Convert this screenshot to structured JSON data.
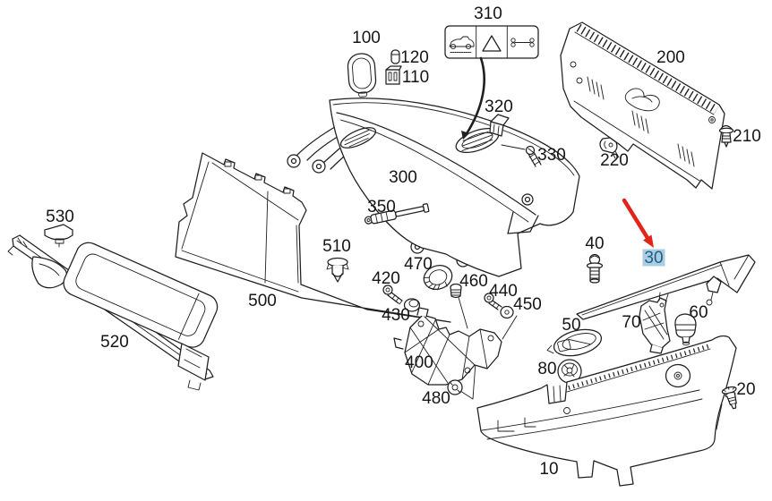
{
  "diagram": {
    "labels": {
      "p10": {
        "text": "10"
      },
      "p20": {
        "text": "20"
      },
      "p30": {
        "text": "30"
      },
      "p40": {
        "text": "40"
      },
      "p50": {
        "text": "50"
      },
      "p60": {
        "text": "60"
      },
      "p70": {
        "text": "70"
      },
      "p80": {
        "text": "80"
      },
      "p100": {
        "text": "100"
      },
      "p110": {
        "text": "110"
      },
      "p120": {
        "text": "120"
      },
      "p200": {
        "text": "200"
      },
      "p210": {
        "text": "210"
      },
      "p220": {
        "text": "220"
      },
      "p300": {
        "text": "300"
      },
      "p310": {
        "text": "310"
      },
      "p320": {
        "text": "320"
      },
      "p330": {
        "text": "330"
      },
      "p350": {
        "text": "350"
      },
      "p400": {
        "text": "400"
      },
      "p420": {
        "text": "420"
      },
      "p430": {
        "text": "430"
      },
      "p440": {
        "text": "440"
      },
      "p450": {
        "text": "450"
      },
      "p460": {
        "text": "460"
      },
      "p470": {
        "text": "470"
      },
      "p480": {
        "text": "480"
      },
      "p500": {
        "text": "500"
      },
      "p510": {
        "text": "510"
      },
      "p520": {
        "text": "520"
      },
      "p530": {
        "text": "530"
      }
    },
    "legend_box": {
      "icons": [
        "convertible-car-icon",
        "warning-triangle-icon",
        "tow-bar-icon"
      ]
    },
    "highlight": {
      "part": "30",
      "bg": "#a9cde2",
      "text_color": "#235e84"
    },
    "arrow": {
      "color": "#e1251b"
    },
    "line_color": "#1f1f1f",
    "background": "#ffffff"
  }
}
